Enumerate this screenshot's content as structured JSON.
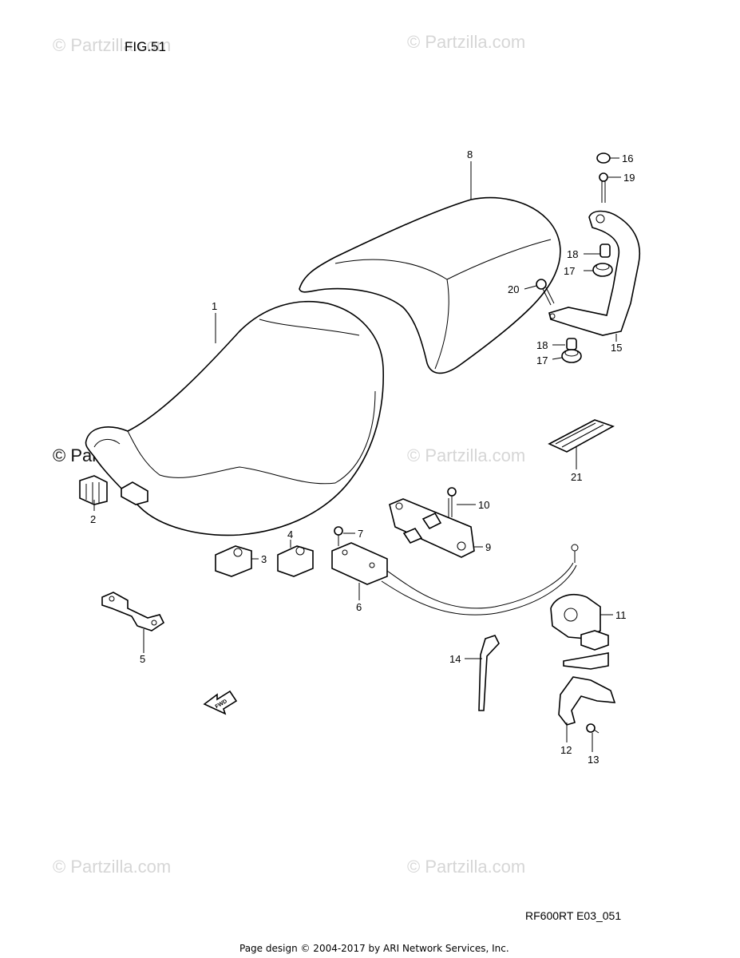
{
  "figure": {
    "title": "FIG.51",
    "code": "RF600RT E03_051"
  },
  "watermarks": {
    "light": "© Partzilla.com",
    "dark": "© Partzilla.com"
  },
  "footer": "Page design © 2004-2017 by ARI Network Services, Inc.",
  "callouts": [
    "1",
    "2",
    "3",
    "4",
    "5",
    "6",
    "7",
    "8",
    "9",
    "10",
    "11",
    "12",
    "13",
    "14",
    "15",
    "16",
    "17",
    "18",
    "19",
    "20",
    "21",
    "17",
    "18"
  ],
  "fwd_label": "FWD"
}
